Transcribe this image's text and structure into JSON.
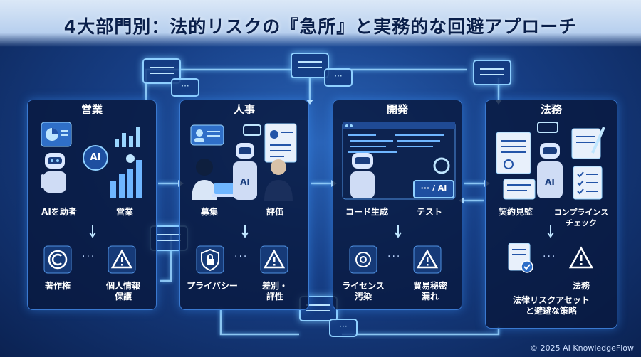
{
  "title": "4大部門別：法的リスクの『急所』と実務的な回避アプローチ",
  "departments": {
    "sales": {
      "header": "営業",
      "top_left_label": "AIを助者",
      "top_right_label": "営業",
      "ai_badge": "AI",
      "bottom_left_label": "著作権",
      "bottom_right_label": "個人情報\n保護"
    },
    "hr": {
      "header": "人事",
      "top_left_label": "募集",
      "top_right_label": "評価",
      "ai_badge": "AI",
      "bottom_left_label": "プライバシー",
      "bottom_right_label": "差別・\n評性"
    },
    "dev": {
      "header": "開発",
      "top_left_label": "コード生成",
      "top_right_label": "テスト",
      "ai_badge": "··· / AI",
      "bottom_left_label": "ライセンス\n汚染",
      "bottom_right_label": "貿易秘密\n漏れ"
    },
    "legal": {
      "header": "法務",
      "top_left_label": "契約見監",
      "top_right_label": "コンプラインス\nチェック",
      "ai_badge": "AI",
      "bottom_right_label": "法務",
      "bottom_wide_label": "法律リスクアセット\nと避避な策略"
    }
  },
  "copyright": "© 2025 AI KnowledgeFlow",
  "colors": {
    "accent": "#8fd0ff",
    "panel_border": "#3a79d0",
    "warning": "#ffffff"
  }
}
